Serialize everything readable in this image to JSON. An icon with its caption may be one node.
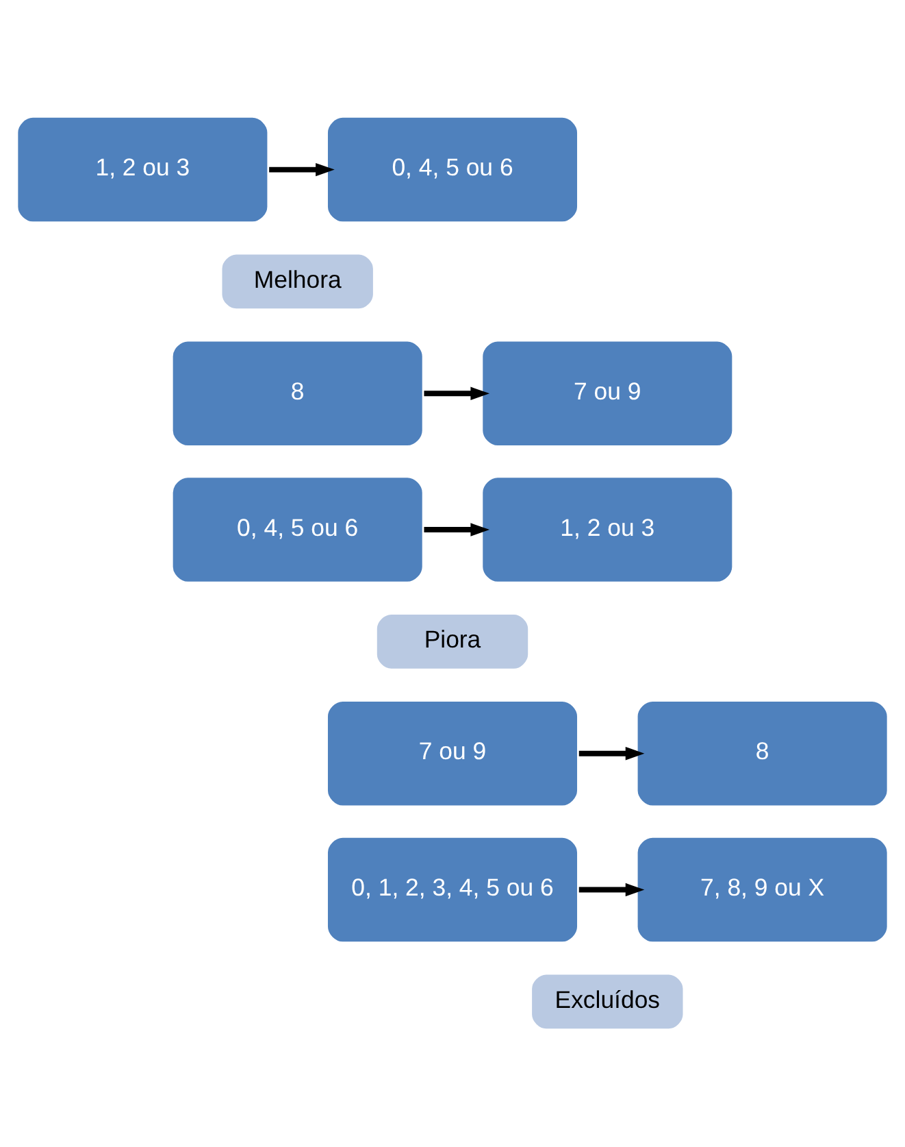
{
  "diagram": {
    "nodes": [
      {
        "text": [
          "1, 2 ou 3"
        ]
      },
      {
        "text": [
          "0, 4, 5 ou 6"
        ]
      },
      {
        "text": [
          "Melhora"
        ]
      },
      {
        "text": [
          "8"
        ]
      },
      {
        "text": [
          "7 ou 9"
        ]
      },
      {
        "text": [
          "0, 4, 5 ou 6"
        ]
      },
      {
        "text": [
          "1, 2 ou 3"
        ]
      },
      {
        "text": [
          "Piora"
        ]
      },
      {
        "text": [
          "7 ou 9"
        ]
      },
      {
        "text": [
          "8"
        ]
      },
      {
        "text": [
          "0, 1, 2, 3, 4, 5 ou 6"
        ]
      },
      {
        "text": [
          "7, 8, 9 ou X"
        ]
      },
      {
        "text": [
          "Excluídos"
        ]
      }
    ],
    "edges": [
      {
        "from": 0,
        "to": 1,
        "arrow": "to"
      },
      {
        "from": 3,
        "to": 4,
        "arrow": "to"
      },
      {
        "from": 5,
        "to": 6,
        "arrow": "to"
      },
      {
        "from": 8,
        "to": 9,
        "arrow": "to"
      },
      {
        "from": 10,
        "to": 11,
        "arrow": "to"
      }
    ]
  }
}
